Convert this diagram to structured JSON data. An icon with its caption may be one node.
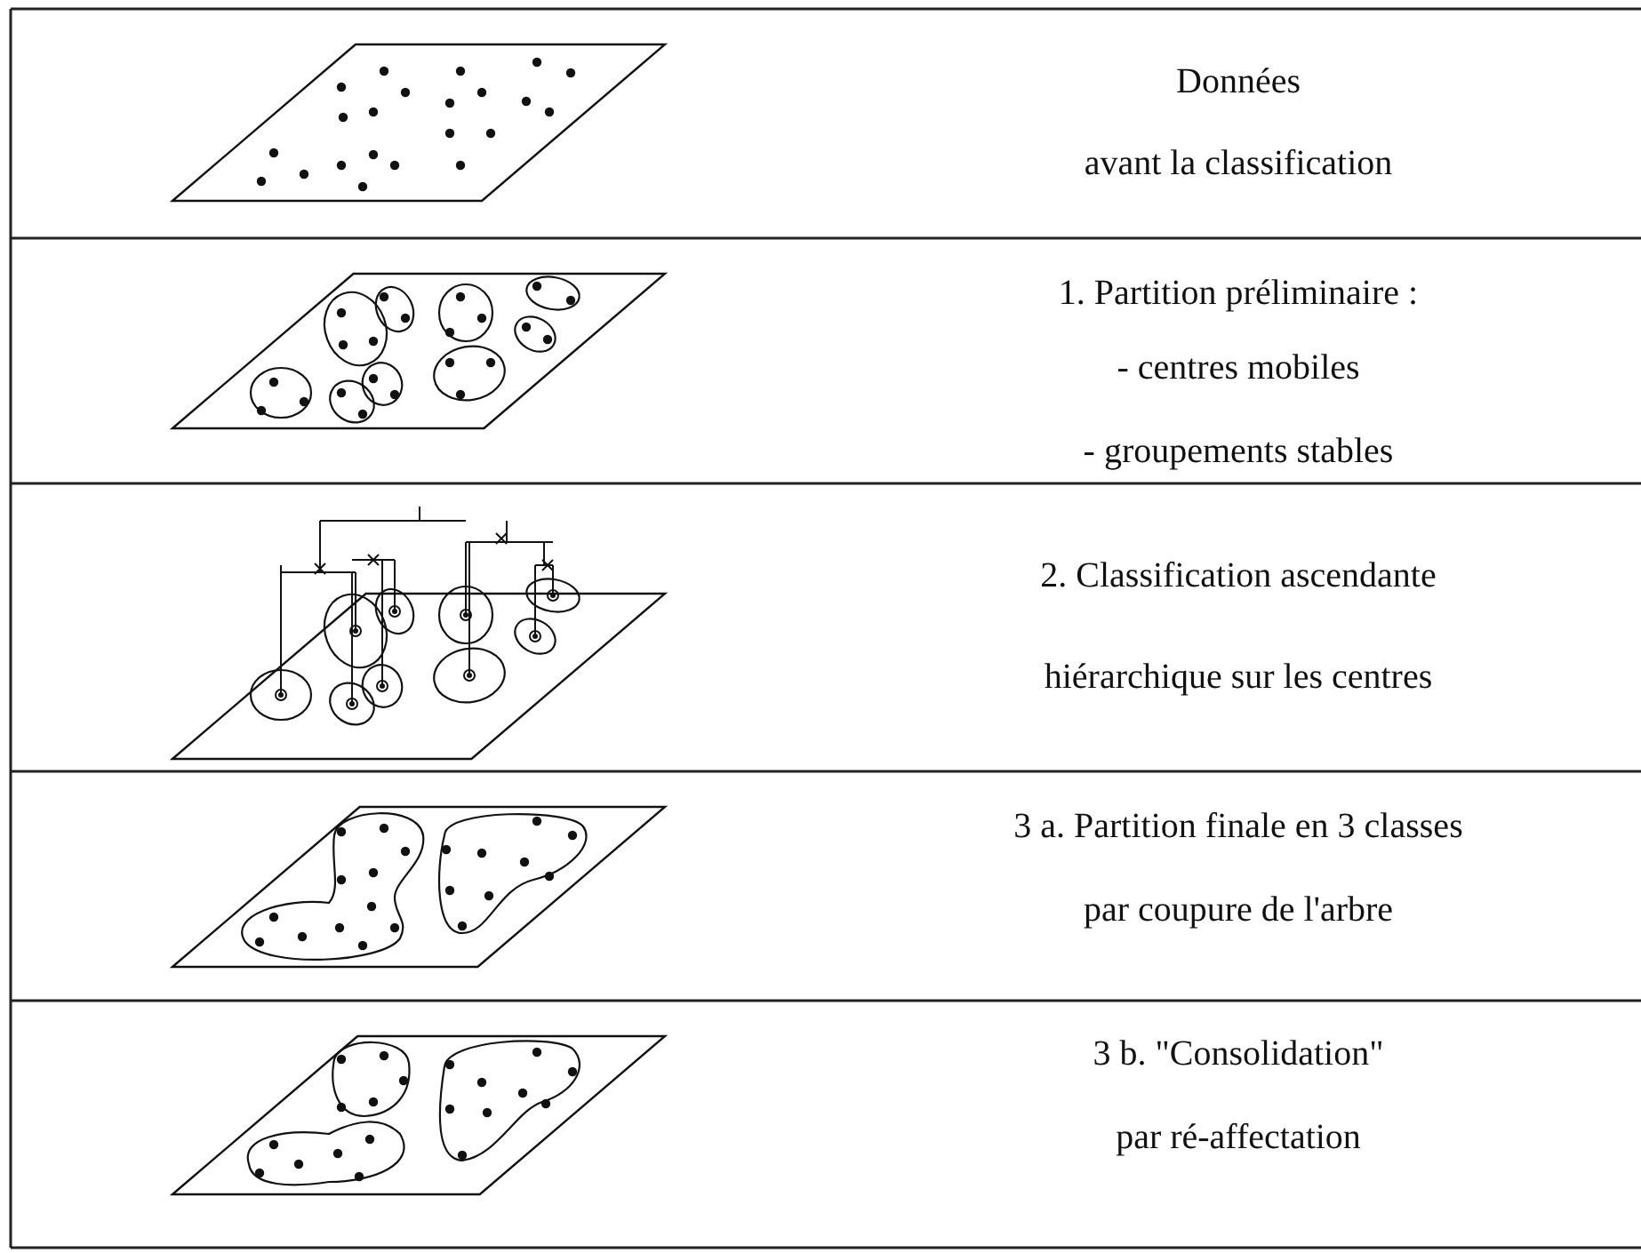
{
  "diagram": {
    "labels": [
      "Données",
      "avant la classification",
      "1. Partition préliminaire :",
      "- centres mobiles",
      "- groupements stables",
      "2. Classification ascendante",
      "hiérarchique sur les centres",
      "3 a. Partition finale en 3 classes",
      "par coupure de l'arbre",
      "3 b. \"Consolidation\"",
      "par ré-affectation"
    ]
  }
}
